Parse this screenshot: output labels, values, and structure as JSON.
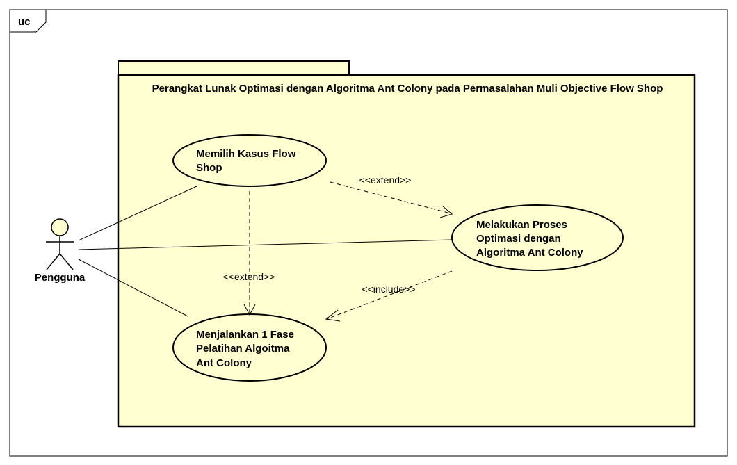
{
  "frame": {
    "tag": "uc"
  },
  "system": {
    "title": "Perangkat Lunak Optimasi dengan Algoritma Ant Colony pada Permasalahan Muli Objective Flow Shop",
    "fill": "#ffffd2"
  },
  "actor": {
    "name": "Pengguna",
    "fill": "#ffffd2"
  },
  "use_cases": {
    "memilih": {
      "lines": [
        "Memilih Kasus Flow",
        "Shop"
      ]
    },
    "melakukan": {
      "lines": [
        "Melakukan Proses",
        "Optimasi dengan",
        "Algoritma Ant Colony"
      ]
    },
    "menjalankan": {
      "lines": [
        "Menjalankan 1 Fase",
        "Pelatihan Algoitma",
        "Ant Colony"
      ]
    }
  },
  "relations": {
    "extend_1": "<<extend>>",
    "extend_2": "<<extend>>",
    "include_1": "<<include>>"
  }
}
